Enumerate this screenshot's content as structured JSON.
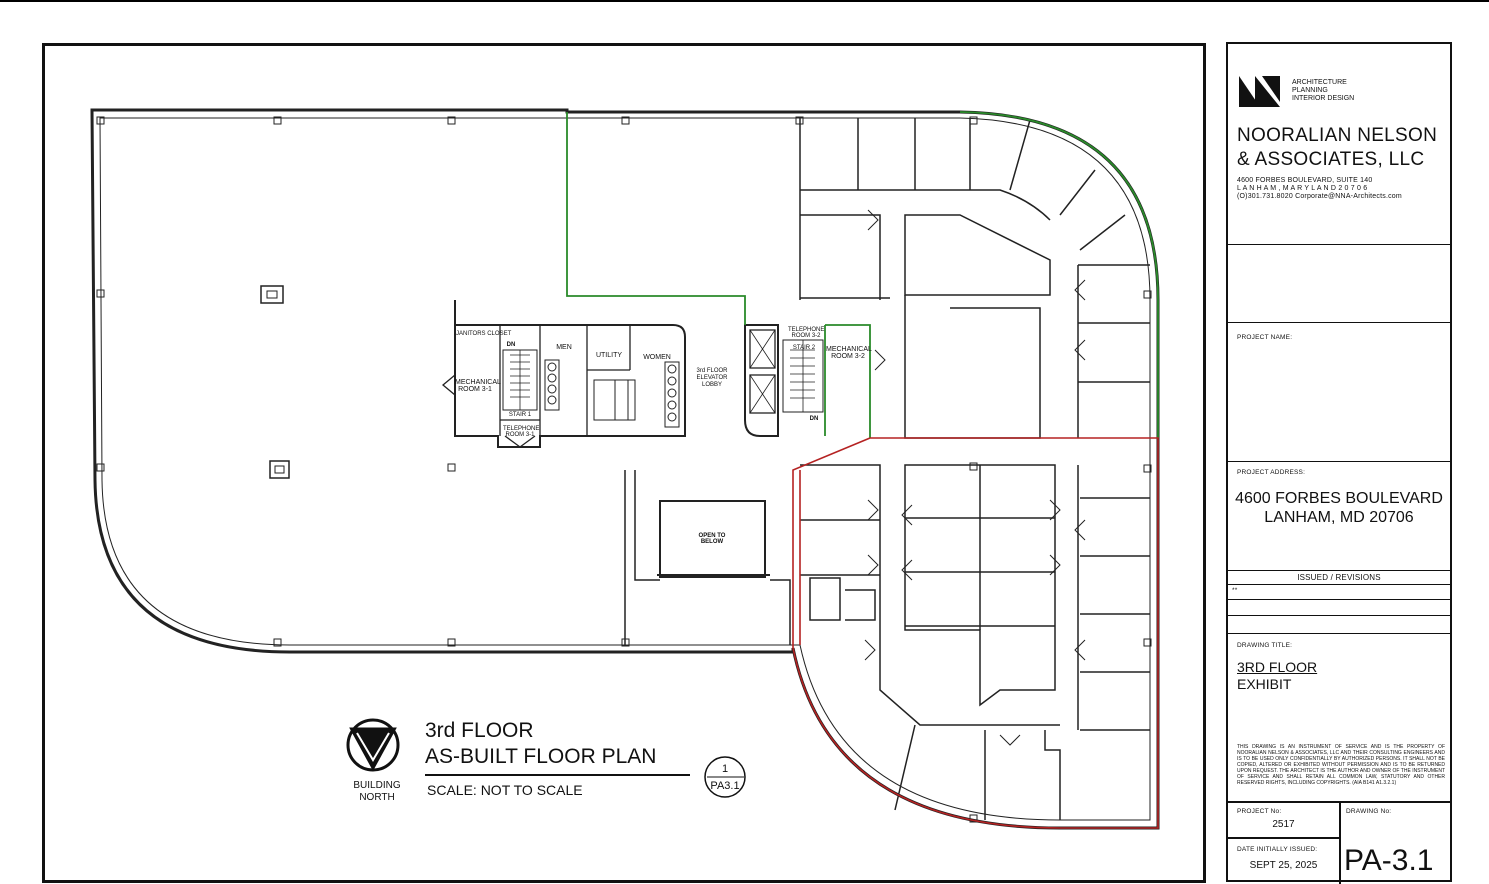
{
  "plan": {
    "title_line1": "3rd FLOOR",
    "title_line2": "AS-BUILT FLOOR PLAN",
    "scale": "SCALE: NOT TO SCALE",
    "north_label": "BUILDING NORTH",
    "callout_number": "1",
    "callout_sheet": "PA3.1"
  },
  "rooms": {
    "janitor": "JANITORS CLOSET",
    "dn1": "DN",
    "men": "MEN",
    "utility": "UTILITY",
    "women": "WOMEN",
    "mech1": "MECHANICAL ROOM 3-1",
    "stair1": "STAIR 1",
    "tel1": "TELEPHONE ROOM 3-1",
    "lobby": "3rd FLOOR ELEVATOR LOBBY",
    "tel2": "TELEPHONE ROOM 3-2",
    "stair2": "STAIR 2",
    "mech2": "MECHANICAL ROOM 3-2",
    "dn2": "DN",
    "open": "OPEN TO BELOW"
  },
  "titleblock": {
    "firm_tag": "ARCHITECTURE\nPLANNING\nINTERIOR DESIGN",
    "firm_name_1": "NOORALIAN NELSON",
    "firm_name_2": "& ASSOCIATES, LLC",
    "firm_addr_1": "4600 FORBES BOULEVARD, SUITE 140",
    "firm_addr_2": "L A N H A M ,   M A R Y L A N D   2 0 7 0 6",
    "firm_addr_3": "(O)301.731.8020    Corporate@NNA-Architects.com",
    "project_name_label": "PROJECT NAME:",
    "project_address_label": "PROJECT ADDRESS:",
    "address_1": "4600 FORBES BOULEVARD",
    "address_2": "LANHAM, MD 20706",
    "issued_label": "ISSUED / REVISIONS",
    "issued_mark": "**",
    "drawing_title_label": "DRAWING TITLE:",
    "drawing_title_1": "3RD FLOOR",
    "drawing_title_2": "EXHIBIT",
    "disclaimer": "THIS DRAWING IS AN INSTRUMENT OF SERVICE AND IS THE PROPERTY OF NOORALIAN NELSON & ASSOCIATES, LLC AND THEIR CONSULTING ENGINEERS AND IS TO BE USED ONLY CONFIDENTIALLY BY AUTHORIZED PERSONS. IT SHALL NOT BE COPIED, ALTERED OR EXHIBITED WITHOUT PERMISSION AND IS TO BE RETURNED UPON REQUEST. THE ARCHITECT IS THE AUTHOR AND OWNER OF THE INSTRUMENT OF SERVICE AND SHALL RETAIN ALL COMMON LAW, STATUTORY AND OTHER RESERVED RIGHTS, INCLUDING COPYRIGHTS. (AIA B141 A1.3.2.1)",
    "project_no_label": "PROJECT No:",
    "project_no": "2517",
    "drawing_no_label": "DRAWING No:",
    "date_label": "DATE INITIALLY ISSUED:",
    "date": "SEPT 25, 2025",
    "drawing_no": "PA-3.1"
  },
  "colors": {
    "line": "#222222",
    "green": "#2a8a2a",
    "red": "#b52222",
    "brown": "#7a2a2a"
  }
}
